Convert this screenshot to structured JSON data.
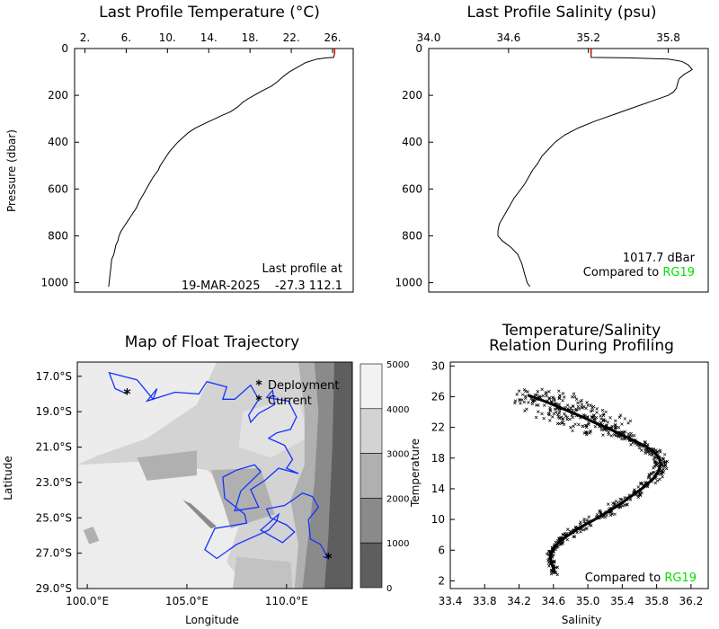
{
  "chart_data": [
    {
      "id": "temp",
      "type": "line",
      "title": "Last Profile Temperature (°C)",
      "ylabel": "Pressure (dbar)",
      "xlim": [
        1.0,
        28.0
      ],
      "ylim": [
        0,
        1040
      ],
      "x_ticks": [
        2,
        6,
        10,
        14,
        18,
        22,
        26
      ],
      "x_tick_labels": [
        "2.",
        "6.",
        "10.",
        "14.",
        "18.",
        "22.",
        "26."
      ],
      "y_ticks": [
        0,
        200,
        400,
        600,
        800,
        1000
      ],
      "y_tick_labels": [
        "0",
        "200",
        "400",
        "600",
        "800",
        "1000"
      ],
      "annotation": [
        "Last profile at",
        "19-MAR-2025    -27.3 112.1"
      ],
      "series": [
        {
          "x": [
            26.2,
            26.2,
            26.1,
            25.4,
            24.5,
            23.4,
            22.6,
            21.8,
            21.2,
            20.7,
            20.1,
            19.2,
            18.4,
            17.8,
            17.3,
            16.8,
            16.1,
            15.3,
            14.6,
            13.6,
            12.7,
            12.0,
            11.5,
            11.0,
            10.6,
            10.2,
            9.9,
            9.6,
            9.3,
            9.1,
            8.6,
            8.2,
            7.7,
            7.3,
            7.0,
            6.7,
            6.4,
            6.1,
            5.8,
            5.5,
            5.3,
            5.2,
            5.0,
            4.9,
            4.8,
            4.6,
            4.5,
            4.4,
            4.3
          ],
          "y": [
            0,
            20,
            38,
            40,
            45,
            60,
            80,
            100,
            120,
            140,
            160,
            180,
            200,
            215,
            230,
            250,
            270,
            285,
            300,
            320,
            340,
            360,
            380,
            400,
            420,
            440,
            460,
            480,
            500,
            520,
            550,
            580,
            620,
            650,
            680,
            700,
            720,
            740,
            760,
            780,
            800,
            820,
            840,
            860,
            880,
            900,
            940,
            980,
            1017
          ]
        }
      ]
    },
    {
      "id": "sal",
      "type": "line",
      "title": "Last Profile Salinity (psu)",
      "xlim": [
        34.0,
        36.1
      ],
      "ylim": [
        0,
        1040
      ],
      "x_ticks": [
        34.0,
        34.6,
        35.2,
        35.8
      ],
      "x_tick_labels": [
        "34.0",
        "34.6",
        "35.2",
        "35.8"
      ],
      "y_ticks": [
        0,
        200,
        400,
        600,
        800,
        1000
      ],
      "y_tick_labels": [
        "0",
        "200",
        "400",
        "600",
        "800",
        "1000"
      ],
      "annotation": [
        "1017.7 dBar",
        "Compared to ",
        "RG19"
      ],
      "series": [
        {
          "x": [
            35.22,
            35.22,
            35.22,
            35.5,
            35.8,
            35.9,
            35.95,
            35.98,
            35.92,
            35.88,
            35.87,
            35.86,
            35.84,
            35.8,
            35.7,
            35.55,
            35.4,
            35.25,
            35.12,
            35.02,
            34.95,
            34.9,
            34.85,
            34.82,
            34.78,
            34.75,
            34.72,
            34.68,
            34.64,
            34.6,
            34.56,
            34.53,
            34.52,
            34.52,
            34.55,
            34.62,
            34.67,
            34.7,
            34.72,
            34.74,
            34.76
          ],
          "y": [
            0,
            20,
            38,
            40,
            45,
            55,
            70,
            90,
            110,
            130,
            150,
            170,
            185,
            200,
            220,
            250,
            280,
            310,
            340,
            370,
            400,
            430,
            460,
            490,
            520,
            550,
            580,
            610,
            640,
            680,
            720,
            750,
            780,
            800,
            820,
            850,
            880,
            920,
            960,
            1000,
            1017
          ]
        }
      ]
    },
    {
      "id": "map",
      "type": "map",
      "title": "Map of Float Trajectory",
      "xlabel": "Longitude",
      "ylabel": "Latitude",
      "xlim": [
        99.5,
        113.3
      ],
      "ylim": [
        -29.0,
        -16.2
      ],
      "x_ticks": [
        100,
        105,
        110
      ],
      "x_tick_labels": [
        "100.0°E",
        "105.0°E",
        "110.0°E"
      ],
      "y_ticks": [
        -17,
        -19,
        -21,
        -23,
        -25,
        -27,
        -29
      ],
      "y_tick_labels": [
        "17.0°S",
        "19.0°S",
        "21.0°S",
        "23.0°S",
        "25.0°S",
        "27.0°S",
        "29.0°S"
      ],
      "colorbar_ticks": [
        5000,
        4000,
        3000,
        2000,
        1000,
        0
      ],
      "colorbar_tick_labels": [
        "5000",
        "4000",
        "3000",
        "2000",
        "1000",
        "0"
      ],
      "colorbar_colors": [
        "#f2f2f2",
        "#d3d3d3",
        "#b0b0b0",
        "#8a8a8a",
        "#5e5e5e"
      ],
      "legend": [
        {
          "symbol": "*",
          "label": "Deployment",
          "color": "#00e000"
        },
        {
          "symbol": "*",
          "label": "Current",
          "color": "#ff0000"
        }
      ],
      "deployment": [
        102.0,
        -18.0
      ],
      "current": [
        112.1,
        -27.3
      ],
      "track": {
        "lon": [
          102.0,
          101.4,
          101.1,
          102.5,
          103.3,
          103.5,
          103.0,
          104.4,
          105.6,
          106.0,
          107.0,
          106.8,
          107.4,
          108.2,
          108.6,
          108.1,
          108.2,
          108.6,
          109.4,
          109.3,
          109.0,
          110.1,
          110.5,
          110.2,
          109.5,
          109.1,
          109.9,
          110.3,
          110.0,
          110.6,
          109.6,
          108.9,
          108.2,
          108.6,
          107.4,
          107.7,
          108.7,
          108.4,
          107.5,
          106.8,
          106.9,
          107.9,
          108.0,
          106.4,
          105.9,
          106.5,
          107.5,
          109.1,
          109.5,
          109.6,
          108.7,
          109.8,
          110.4,
          110.0,
          109.2,
          109.0,
          109.9,
          110.3,
          110.8,
          111.3,
          111.6,
          111.1,
          111.2,
          111.7,
          112.1
        ],
        "lat": [
          -18.0,
          -17.7,
          -16.8,
          -17.2,
          -18.3,
          -17.7,
          -18.4,
          -17.9,
          -18.0,
          -17.3,
          -17.6,
          -18.3,
          -18.3,
          -17.5,
          -18.3,
          -19.2,
          -19.6,
          -19.1,
          -18.6,
          -17.8,
          -18.2,
          -18.4,
          -19.3,
          -20.0,
          -20.2,
          -20.5,
          -20.9,
          -21.7,
          -22.2,
          -22.5,
          -22.2,
          -22.9,
          -23.4,
          -24.4,
          -24.6,
          -23.5,
          -22.4,
          -22.0,
          -22.3,
          -22.7,
          -23.9,
          -24.8,
          -25.3,
          -25.6,
          -26.8,
          -27.3,
          -26.5,
          -25.7,
          -25.2,
          -24.8,
          -25.7,
          -26.4,
          -25.8,
          -25.4,
          -25.0,
          -24.5,
          -24.3,
          -24.0,
          -23.6,
          -23.8,
          -24.4,
          -25.1,
          -26.2,
          -26.5,
          -27.3
        ]
      }
    },
    {
      "id": "ts",
      "type": "scatter",
      "title": "Temperature/Salinity",
      "subtitle": "Relation During Profiling",
      "xlabel": "Salinity",
      "ylabel": "Temperature",
      "xlim": [
        33.4,
        36.4
      ],
      "ylim": [
        1.0,
        30.5
      ],
      "x_ticks": [
        33.4,
        33.8,
        34.2,
        34.6,
        35.0,
        35.4,
        35.8,
        36.2
      ],
      "x_tick_labels": [
        "33.4",
        "33.8",
        "34.2",
        "34.6",
        "35.0",
        "35.4",
        "35.8",
        "36.2"
      ],
      "y_ticks": [
        2,
        6,
        10,
        14,
        18,
        22,
        26,
        30
      ],
      "y_tick_labels": [
        "2",
        "6",
        "10",
        "14",
        "18",
        "22",
        "26",
        "30"
      ],
      "annotation": [
        "Compared to ",
        "RG19"
      ],
      "relation_curve": {
        "s": [
          34.3,
          34.5,
          34.65,
          34.8,
          34.95,
          35.1,
          35.25,
          35.4,
          35.55,
          35.68,
          35.78,
          35.83,
          35.85,
          35.82,
          35.76,
          35.65,
          35.5,
          35.35,
          35.2,
          35.05,
          34.9,
          34.78,
          34.68,
          34.6,
          34.56,
          34.58,
          34.62
        ],
        "t": [
          26.2,
          25.4,
          24.7,
          24.0,
          23.3,
          22.5,
          21.8,
          21.0,
          20.2,
          19.5,
          18.7,
          18.0,
          17.2,
          16.3,
          15.3,
          14.2,
          13.0,
          11.8,
          10.8,
          9.8,
          8.9,
          8.0,
          7.2,
          6.3,
          5.3,
          4.2,
          3.0
        ]
      }
    }
  ]
}
